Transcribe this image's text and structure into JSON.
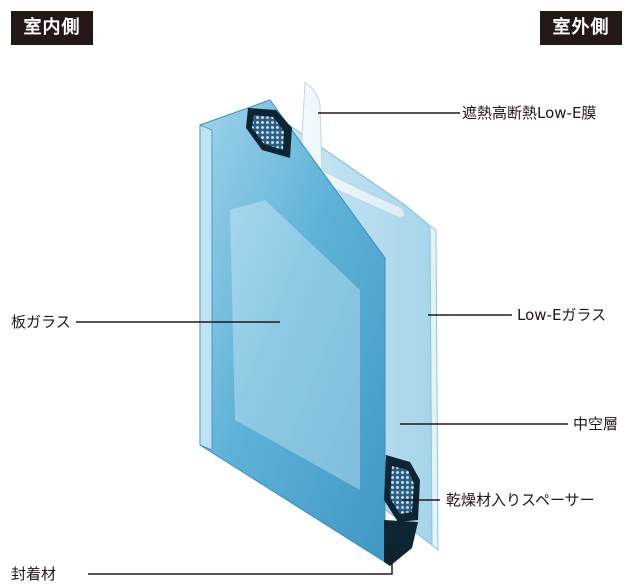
{
  "badges": {
    "indoor": "室内側",
    "outdoor": "室外側"
  },
  "labels": {
    "film": "遮熱高断熱Low-E膜",
    "low_e_glass": "Low-Eガラス",
    "air_layer": "中空層",
    "spacer": "乾燥材入りスペーサー",
    "plate_glass": "板ガラス",
    "sealant": "封着材"
  },
  "colors": {
    "glass_front": "#5fb3d8",
    "glass_edge": "#bfe3f2",
    "film": "#e9f4f9",
    "spacer": "#2a5f86",
    "sealant": "#0d2433",
    "line": "#231815"
  }
}
